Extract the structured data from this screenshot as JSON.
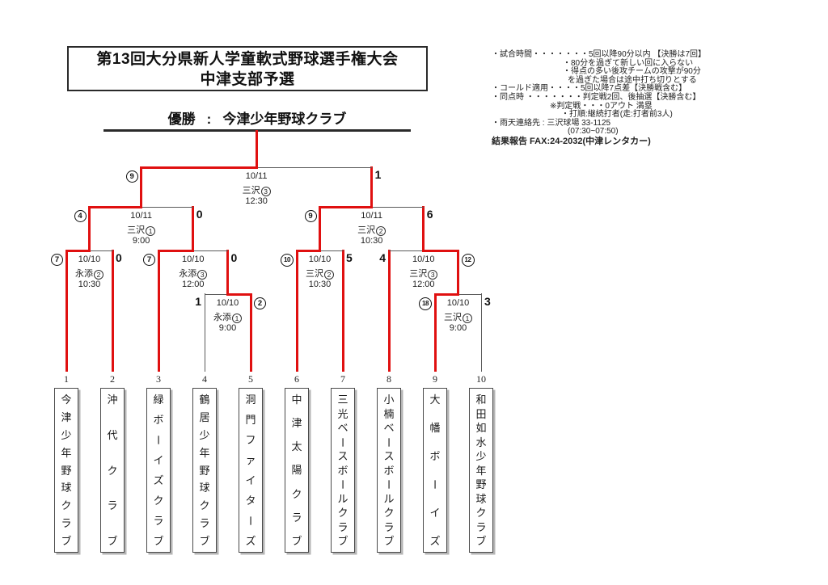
{
  "header": {
    "title_line1": "第13回大分県新人学童軟式野球選手権大会",
    "title_line2": "中津支部予選",
    "champion_label": "優勝",
    "champion_separator": ":",
    "champion_name": "今津少年野球クラブ"
  },
  "rules": {
    "lines": [
      {
        "text": "・試合時間・・・・・・・5回以降90分以内 【決勝は7回】",
        "indent": 0,
        "bold": false
      },
      {
        "text": "・80分を過ぎて新しい回に入らない",
        "indent": 88,
        "bold": false
      },
      {
        "text": "・得点の多い後攻チームの攻撃が90分",
        "indent": 88,
        "bold": false
      },
      {
        "text": "を過ぎた場合は途中打ち切りとする",
        "indent": 94,
        "bold": false
      },
      {
        "text": "・コールド適用・・・・5回以降7点差【決勝戦含む】",
        "indent": 0,
        "bold": false
      },
      {
        "text": "・同点時 ・・・・・・・判定戦2回、後抽選【決勝含む】",
        "indent": 0,
        "bold": false
      },
      {
        "text": "※判定戦・・・0アウト 満塁",
        "indent": 72,
        "bold": false
      },
      {
        "text": "・打順:継続打者(走:打者前3人)",
        "indent": 86,
        "bold": false
      },
      {
        "text": "・雨天連絡先 : 三沢球場 33-1125",
        "indent": 0,
        "bold": false
      },
      {
        "text": "(07:30~07:50)",
        "indent": 94,
        "bold": false
      },
      {
        "text": "結果報告 FAX:24-2032(中津レンタカー)",
        "indent": 0,
        "bold": true
      }
    ]
  },
  "bracket": {
    "teams": [
      {
        "no": "1",
        "name": "今津少年野球クラブ",
        "entry": "qf",
        "advanced": true
      },
      {
        "no": "2",
        "name": "沖代クラブ",
        "entry": "qf",
        "advanced": true
      },
      {
        "no": "3",
        "name": "緑ボーイズクラブ",
        "entry": "qf",
        "advanced": true
      },
      {
        "no": "4",
        "name": "鶴居少年野球クラブ",
        "entry": "play",
        "advanced": false
      },
      {
        "no": "5",
        "name": "洞門ファイターズ",
        "entry": "play",
        "advanced": true
      },
      {
        "no": "6",
        "name": "中津太陽クラブ",
        "entry": "qf",
        "advanced": true
      },
      {
        "no": "7",
        "name": "三光ベースボールクラブ",
        "entry": "qf",
        "advanced": true
      },
      {
        "no": "8",
        "name": "小楠ベースボールクラブ",
        "entry": "qf",
        "advanced": true
      },
      {
        "no": "9",
        "name": "大幡ボーイズ",
        "entry": "play",
        "advanced": true
      },
      {
        "no": "10",
        "name": "和田如水少年野球クラブ",
        "entry": "play",
        "advanced": false
      }
    ],
    "matches": [
      {
        "id": "play_l",
        "round": "play",
        "left": "team4",
        "right": "team5",
        "winner": "right",
        "left_score": "1",
        "right_score": "2",
        "date": "10/10",
        "venue": "永添",
        "court": "1",
        "time": "9:00"
      },
      {
        "id": "play_r",
        "round": "play",
        "left": "team9",
        "right": "team10",
        "winner": "left",
        "left_score": "18",
        "right_score": "3",
        "date": "10/10",
        "venue": "三沢",
        "court": "1",
        "time": "9:00"
      },
      {
        "id": "qf1",
        "round": "qf",
        "left": "team1",
        "right": "team2",
        "winner": "left",
        "left_score": "7",
        "right_score": "0",
        "date": "10/10",
        "venue": "永添",
        "court": "2",
        "time": "10:30"
      },
      {
        "id": "qf2",
        "round": "qf",
        "left": "team3",
        "right": "play_l",
        "winner": "left",
        "left_score": "7",
        "right_score": "0",
        "date": "10/10",
        "venue": "永添",
        "court": "3",
        "time": "12:00"
      },
      {
        "id": "qf3",
        "round": "qf",
        "left": "team6",
        "right": "team7",
        "winner": "left",
        "left_score": "10",
        "right_score": "5",
        "date": "10/10",
        "venue": "三沢",
        "court": "2",
        "time": "10:30"
      },
      {
        "id": "qf4",
        "round": "qf",
        "left": "team8",
        "right": "play_r",
        "winner": "right",
        "left_score": "4",
        "right_score": "12",
        "date": "10/10",
        "venue": "三沢",
        "court": "3",
        "time": "12:00"
      },
      {
        "id": "sf_l",
        "round": "sf",
        "left": "qf1",
        "right": "qf2",
        "winner": "left",
        "left_score": "4",
        "right_score": "0",
        "date": "10/11",
        "venue": "三沢",
        "court": "1",
        "time": "9:00"
      },
      {
        "id": "sf_r",
        "round": "sf",
        "left": "qf3",
        "right": "qf4",
        "winner": "left",
        "left_score": "9",
        "right_score": "6",
        "date": "10/11",
        "venue": "三沢",
        "court": "2",
        "time": "10:30"
      },
      {
        "id": "final",
        "round": "final",
        "left": "sf_l",
        "right": "sf_r",
        "winner": "left",
        "left_score": "9",
        "right_score": "1",
        "date": "10/11",
        "venue": "三沢",
        "court": "3",
        "time": "12:30"
      }
    ]
  },
  "colors": {
    "winner_path": "#e01010",
    "line": "#5a5a5a",
    "text": "#111111"
  }
}
